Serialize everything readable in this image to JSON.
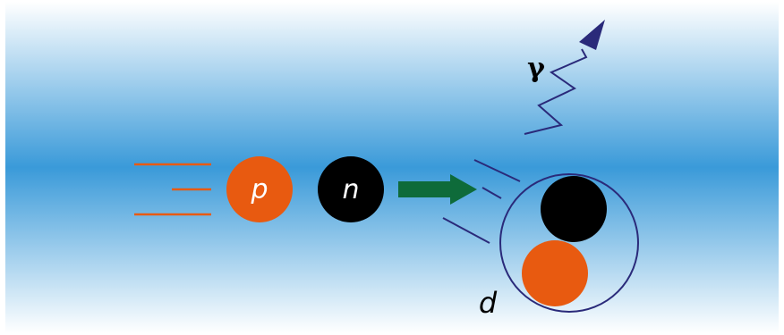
{
  "diagram": {
    "labels": {
      "proton": "p",
      "neutron": "n",
      "deuteron": "d",
      "gamma": "γ"
    },
    "colors": {
      "band_center": "#3a9ad9",
      "band_edge": "#ffffff",
      "proton": "#e85a10",
      "neutron": "#000000",
      "arrow": "#0e6b3a",
      "lines": "#2a2a7a",
      "motion_lines": "#e85a10",
      "gamma_arrow": "#2a2a7a",
      "label_text": "#ffffff",
      "label_text_dark": "#000000"
    }
  }
}
